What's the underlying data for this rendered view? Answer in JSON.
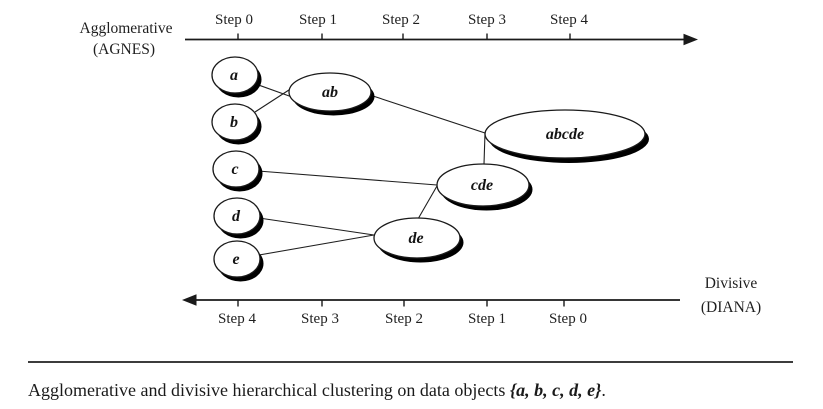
{
  "figure": {
    "background": "#ffffff",
    "ink_color": "#1a1a1a",
    "node_fill": "#ffffff",
    "node_shadow": "#000000"
  },
  "diagram": {
    "agnes_axis": {
      "label_line1": "Agglomerative",
      "label_line2": "(AGNES)",
      "direction": "right-arrow",
      "steps": [
        "Step 0",
        "Step 1",
        "Step 2",
        "Step 3",
        "Step 4"
      ]
    },
    "diana_axis": {
      "label_line1": "Divisive",
      "label_line2": "(DIANA)",
      "direction": "left-arrow",
      "steps": [
        "Step 4",
        "Step 3",
        "Step 2",
        "Step 1",
        "Step 0"
      ]
    },
    "nodes": {
      "a": {
        "label": "a"
      },
      "b": {
        "label": "b"
      },
      "c": {
        "label": "c"
      },
      "d": {
        "label": "d"
      },
      "e": {
        "label": "e"
      },
      "ab": {
        "label": "ab"
      },
      "de": {
        "label": "de"
      },
      "cde": {
        "label": "cde"
      },
      "abcde": {
        "label": "abcde"
      }
    },
    "edges": [
      [
        "a",
        "ab"
      ],
      [
        "b",
        "ab"
      ],
      [
        "ab",
        "abcde"
      ],
      [
        "c",
        "cde"
      ],
      [
        "d",
        "de"
      ],
      [
        "e",
        "de"
      ],
      [
        "de",
        "cde"
      ],
      [
        "cde",
        "abcde"
      ]
    ]
  },
  "caption": {
    "prefix": "Agglomerative and divisive hierarchical clustering on data objects ",
    "set": "{a, b, c, d, e}",
    "suffix": "."
  }
}
